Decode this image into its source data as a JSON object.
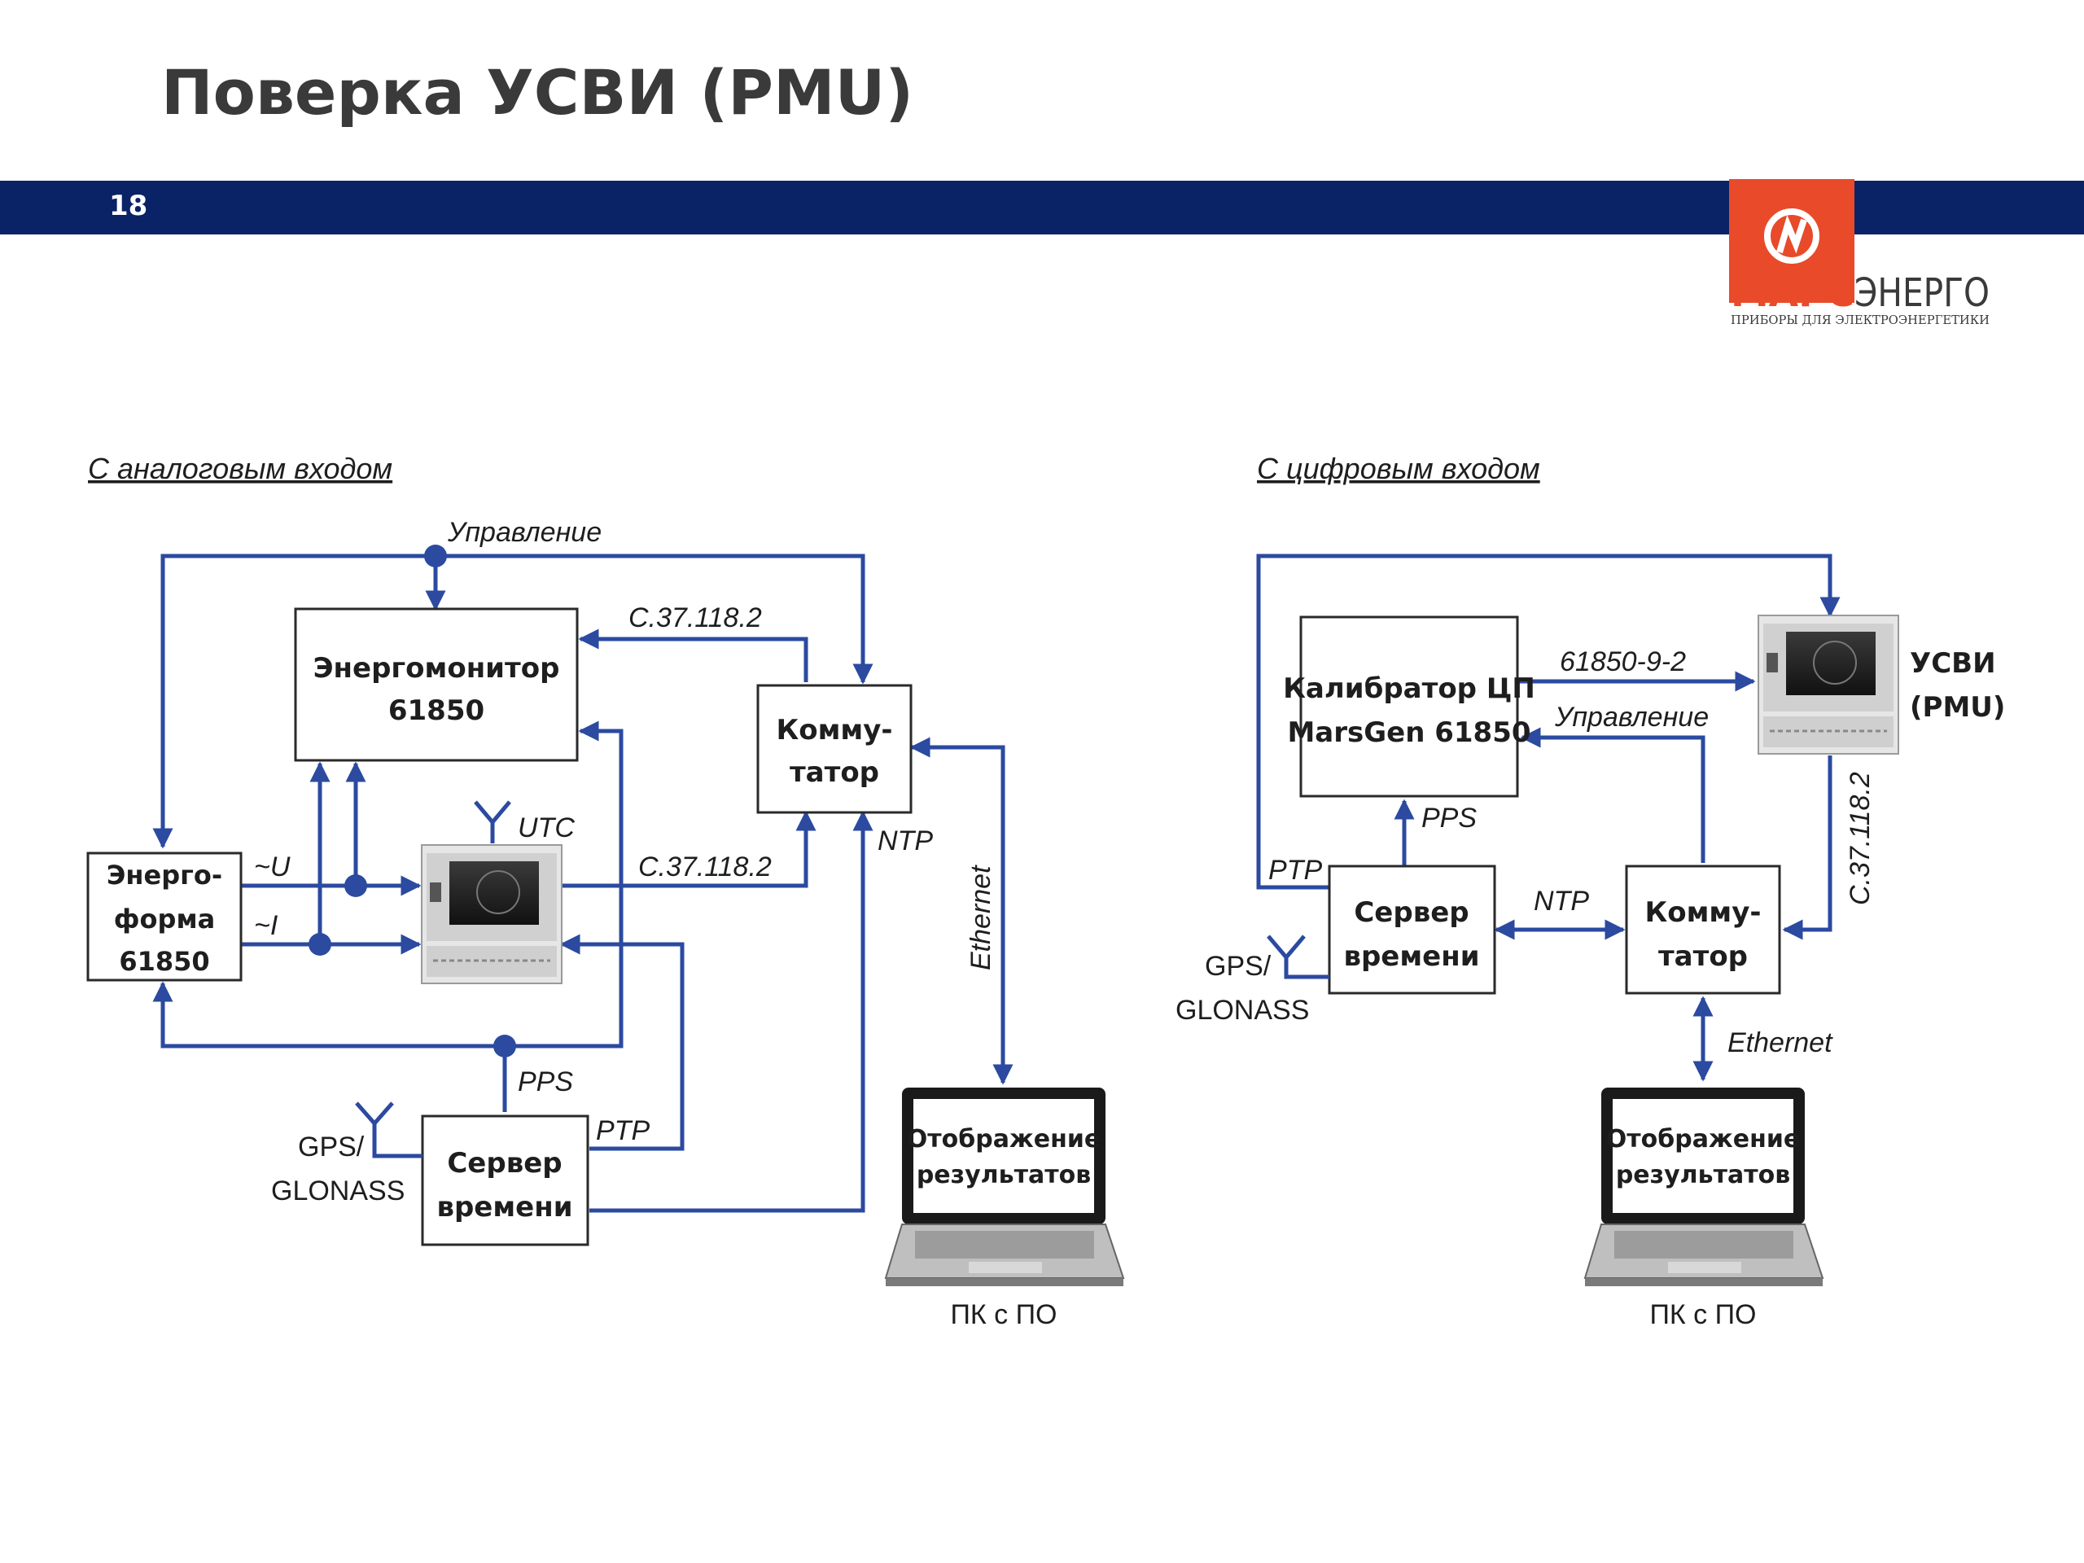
{
  "slide": {
    "title": "Поверка УСВИ (PMU)",
    "page_number": "18",
    "colors": {
      "banner": "#0a2266",
      "logo_red": "#e84a2a",
      "wire": "#2b4aa0"
    }
  },
  "logo": {
    "brand_left": "МАРС",
    "brand_right": "ЭНЕРГО",
    "tagline": "ПРИБОРЫ ДЛЯ ЭЛЕКТРОЭНЕРГЕТИКИ"
  },
  "analog": {
    "heading": "С аналоговым входом",
    "energomonitor": [
      "Энергомонитор",
      "61850"
    ],
    "energoforma": [
      "Энерго-",
      "форма",
      "61850"
    ],
    "switch": [
      "Комму-",
      "татор"
    ],
    "server": [
      "Сервер",
      "времени"
    ],
    "display": [
      "Отображение",
      "результатов"
    ],
    "pc": "ПК с ПО",
    "label_control": "Управление",
    "label_c37_top": "C.37.118.2",
    "label_c37_mid": "C.37.118.2",
    "label_u": "~U",
    "label_i": "~I",
    "label_utc": "UTC",
    "label_ntp": "NTP",
    "label_ethernet": "Ethernet",
    "label_pps": "PPS",
    "label_ptp": "PTP",
    "gps": [
      "GPS/",
      "GLONASS"
    ]
  },
  "digital": {
    "heading": "С цифровым входом",
    "calibrator": [
      "Калибратор ЦП",
      "MarsGen 61850"
    ],
    "usvi": [
      "УСВИ",
      "(PMU)"
    ],
    "switch": [
      "Комму-",
      "татор"
    ],
    "server": [
      "Сервер",
      "времени"
    ],
    "display": [
      "Отображение",
      "результатов"
    ],
    "pc": "ПК с ПО",
    "label_61850": "61850-9-2",
    "label_control": "Управление",
    "label_c37": "C.37.118.2",
    "label_pps": "PPS",
    "label_ptp": "PTP",
    "label_ntp": "NTP",
    "label_ethernet": "Ethernet",
    "gps": [
      "GPS/",
      "GLONASS"
    ]
  }
}
